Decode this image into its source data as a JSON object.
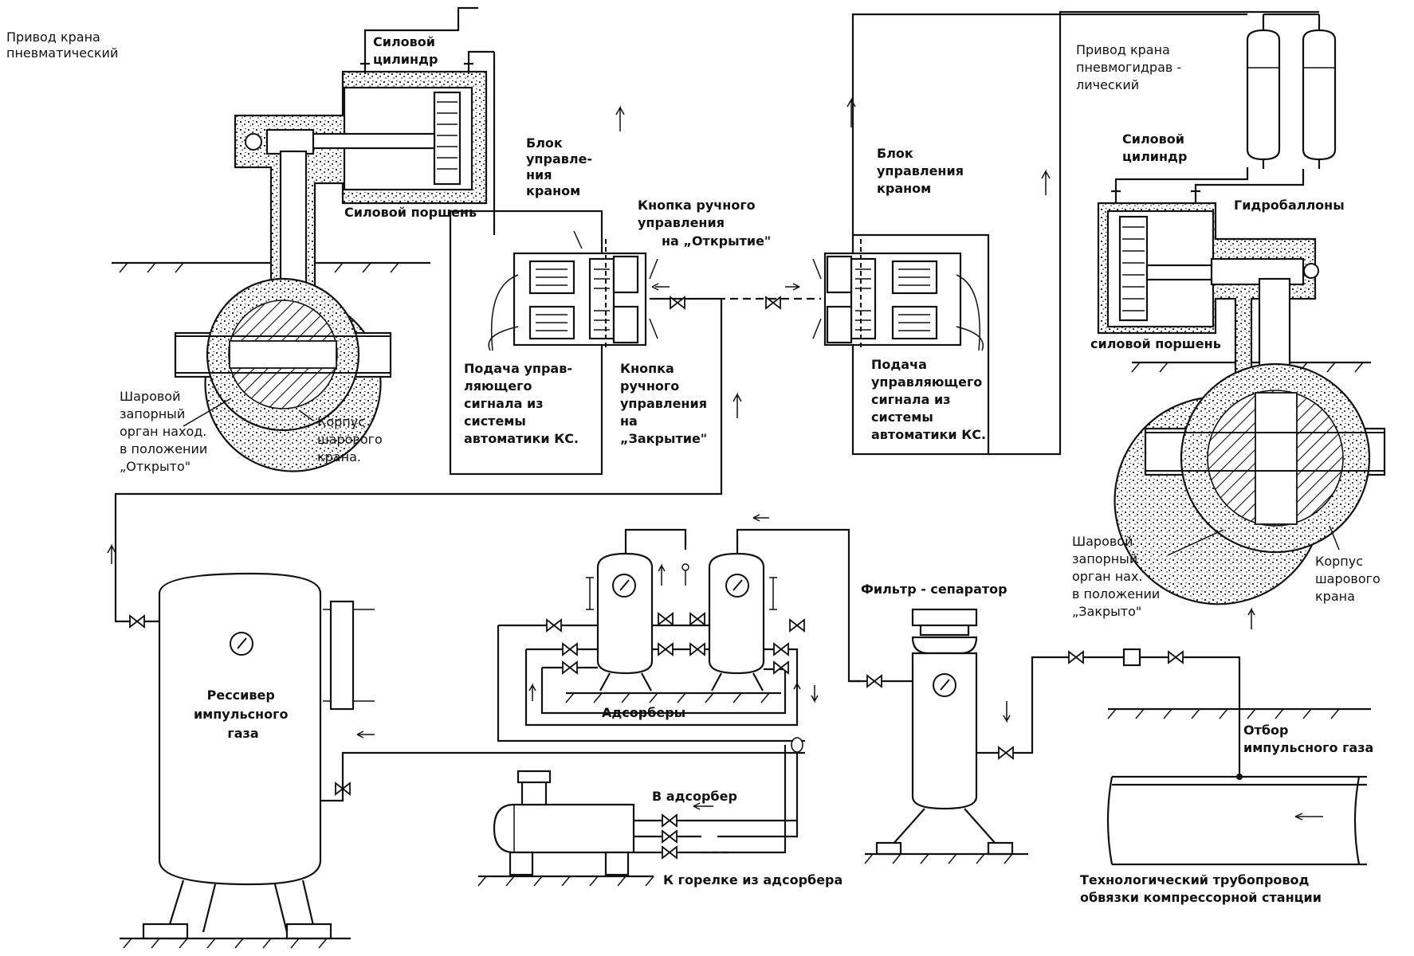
{
  "labels": {
    "pneumatic_drive": [
      "Привод крана",
      "пневматический"
    ],
    "power_cylinder_left": [
      "Силовой",
      "цилиндр"
    ],
    "power_piston_left": "Силовой поршень",
    "control_block_left": [
      "Блок",
      "управле-",
      "ния",
      "краном"
    ],
    "manual_open_button": [
      "Кнопка ручного",
      "управления",
      "на „Открытие\""
    ],
    "ball_open": [
      "Шаровой",
      "запорный",
      "орган наход.",
      "в положении",
      "„Открыто\""
    ],
    "valve_body_left": [
      "Корпус",
      "шарового",
      "крана."
    ],
    "signal_supply_left": [
      "Подача управ-",
      "ляющего",
      "сигнала из",
      "системы",
      "автоматики КС."
    ],
    "manual_close_button": [
      "Кнопка",
      "ручного",
      "управления",
      "на",
      "„Закрытие\""
    ],
    "control_block_right": [
      "Блок",
      "управления",
      "краном"
    ],
    "signal_supply_right": [
      "Подача",
      "управляющего",
      "сигнала из",
      "системы",
      "автоматики КС."
    ],
    "pneumohydraulic_drive": [
      "Привод крана",
      "пневмогидрав -",
      "лический"
    ],
    "power_cylinder_right": [
      "Силовой",
      "цилиндр"
    ],
    "hydro_cylinders": "Гидробаллоны",
    "power_piston_right": "силовой поршень",
    "ball_closed": [
      "Шаровой",
      "запорный",
      "орган нах.",
      "в положении",
      "„Закрыто\""
    ],
    "valve_body_right": [
      "Корпус",
      "шарового",
      "крана"
    ],
    "receiver": [
      "Рессивер",
      "импульсного",
      "газа"
    ],
    "adsorbers": "Адсорберы",
    "filter_separator": "Фильтр - сепаратор",
    "to_adsorber": "В адсорбер",
    "to_burner": "К горелке из адсорбера",
    "gas_tap": [
      "Отбор",
      "импульсного газа"
    ],
    "process_pipeline": [
      "Технологический  трубопровод",
      "обвязки  компрессорной станции"
    ]
  }
}
